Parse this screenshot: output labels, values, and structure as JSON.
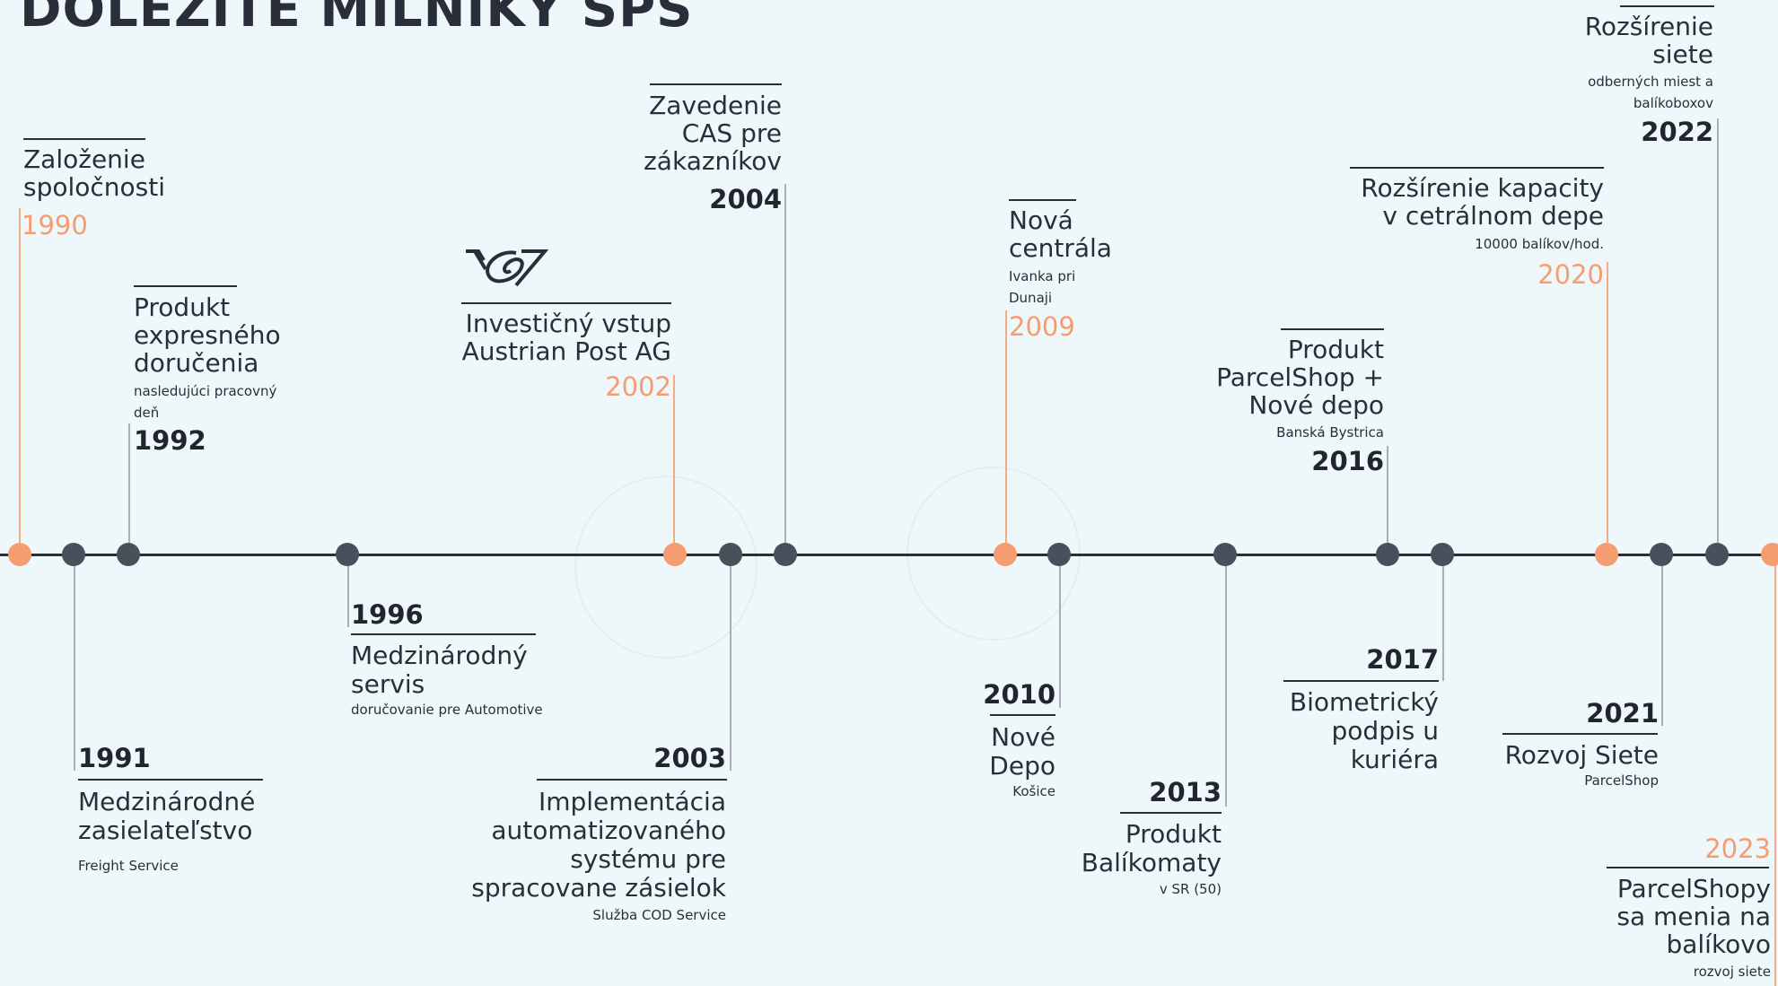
{
  "title": "DÔLEŽITÉ MÍĽNIKY SPS",
  "colors": {
    "accent": "#f59d70",
    "dark": "#2a2d3a",
    "background": "#eef8fb"
  },
  "milestones": {
    "m1990": {
      "year": "1990",
      "title": [
        "Založenie",
        "spoločnosti"
      ],
      "note": []
    },
    "m1991": {
      "year": "1991",
      "title": [
        "Medzinárodné",
        "zasielateľstvo"
      ],
      "note": [
        "Freight Service"
      ]
    },
    "m1992": {
      "year": "1992",
      "title": [
        "Produkt",
        "expresného",
        "doručenia"
      ],
      "note": [
        "nasledujúci pracovný",
        "deň"
      ]
    },
    "m1996": {
      "year": "1996",
      "title": [
        "Medzinárodný",
        "servis"
      ],
      "note": [
        "doručovanie pre Automotive"
      ]
    },
    "m2002": {
      "year": "2002",
      "title": [
        "Investičný vstup",
        "Austrian Post AG"
      ],
      "note": [],
      "logo": "austrian-post-horn-icon"
    },
    "m2003": {
      "year": "2003",
      "title": [
        "Implementácia",
        "automatizovaného",
        "systému pre",
        "spracovane zásielok"
      ],
      "note": [
        "Služba COD Service"
      ]
    },
    "m2004": {
      "year": "2004",
      "title": [
        "Zavedenie",
        "CAS pre",
        "zákazníkov"
      ],
      "note": []
    },
    "m2009": {
      "year": "2009",
      "title": [
        "Nová",
        "centrála"
      ],
      "note": [
        "Ivanka pri",
        "Dunaji"
      ]
    },
    "m2010": {
      "year": "2010",
      "title": [
        "Nové",
        "Depo"
      ],
      "note": [
        "Košice"
      ]
    },
    "m2013": {
      "year": "2013",
      "title": [
        "Produkt",
        "Balíkomaty"
      ],
      "note": [
        "v SR (50)"
      ]
    },
    "m2016": {
      "year": "2016",
      "title": [
        "Produkt",
        "ParcelShop +",
        "Nové depo"
      ],
      "note": [
        "Banská Bystrica"
      ]
    },
    "m2017": {
      "year": "2017",
      "title": [
        "Biometrický",
        "podpis u",
        "kuriéra"
      ],
      "note": []
    },
    "m2020": {
      "year": "2020",
      "title": [
        "Rozšírenie kapacity",
        "v cetrálnom depe"
      ],
      "note": [
        "10000 balíkov/hod."
      ]
    },
    "m2021": {
      "year": "2021",
      "title": [
        "Rozvoj Siete"
      ],
      "note": [
        "ParcelShop"
      ]
    },
    "m2022": {
      "year": "2022",
      "title": [
        "Rozšírenie",
        "siete"
      ],
      "note": [
        "odberných miest a",
        "balíkoboxov"
      ]
    },
    "m2023": {
      "year": "2023",
      "title": [
        "ParcelShopy",
        "sa menia na",
        "balíkovo"
      ],
      "note": [
        "rozvoj siete"
      ]
    }
  }
}
